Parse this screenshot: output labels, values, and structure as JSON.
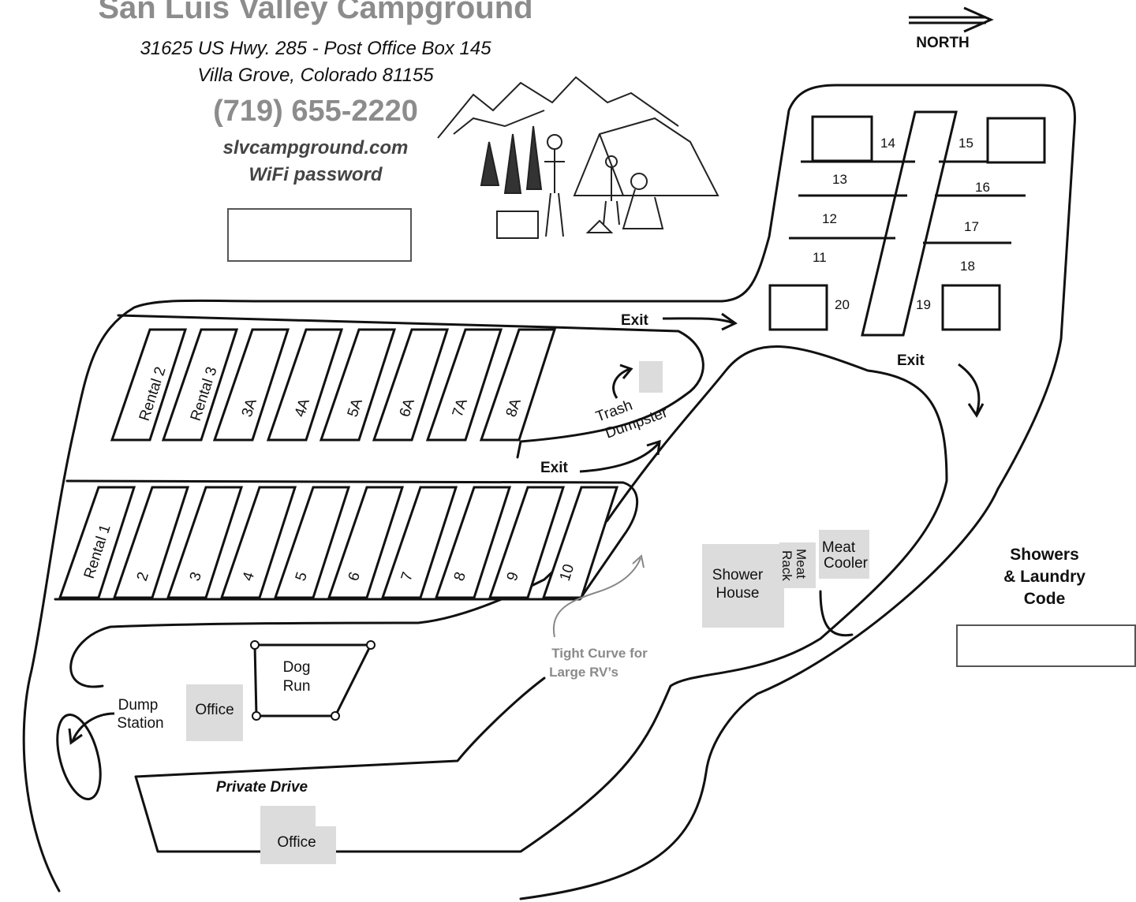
{
  "header": {
    "title": "San Luis Valley Campground",
    "address_line1": "31625 US Hwy. 285 - Post Office Box 145",
    "address_line2": "Villa Grove, Colorado 81155",
    "phone": "(719) 655-2220",
    "website": "slvcampground.com",
    "wifi_label": "WiFi password"
  },
  "compass": {
    "label": "NORTH"
  },
  "sites_upper": [
    "Rental 2",
    "Rental 3",
    "3A",
    "4A",
    "5A",
    "6A",
    "7A",
    "8A"
  ],
  "sites_lower": [
    "Rental 1",
    "2",
    "3",
    "4",
    "5",
    "6",
    "7",
    "8",
    "9",
    "10"
  ],
  "sites_north_left": [
    "14",
    "13",
    "12",
    "11",
    "20"
  ],
  "sites_north_right": [
    "15",
    "16",
    "17",
    "18",
    "19"
  ],
  "labels": {
    "exit": "Exit",
    "trash": "Trash",
    "dumpster": "Dumpster",
    "dog_run_1": "Dog",
    "dog_run_2": "Run",
    "office": "Office",
    "dump_1": "Dump",
    "dump_2": "Station",
    "private_drive": "Private Drive",
    "shower_1": "Shower",
    "shower_2": "House",
    "meat_rack_1": "Meat",
    "meat_rack_2": "Rack",
    "meat_cooler_1": "Meat",
    "meat_cooler_2": "Cooler",
    "tight_1": "Tight Curve for",
    "tight_2": "Large RV’s",
    "showers_code_1": "Showers",
    "showers_code_2": "& Laundry",
    "showers_code_3": "Code"
  },
  "colors": {
    "facility_gray": "#dcdcdc",
    "heading_gray": "#8c8c8c"
  }
}
